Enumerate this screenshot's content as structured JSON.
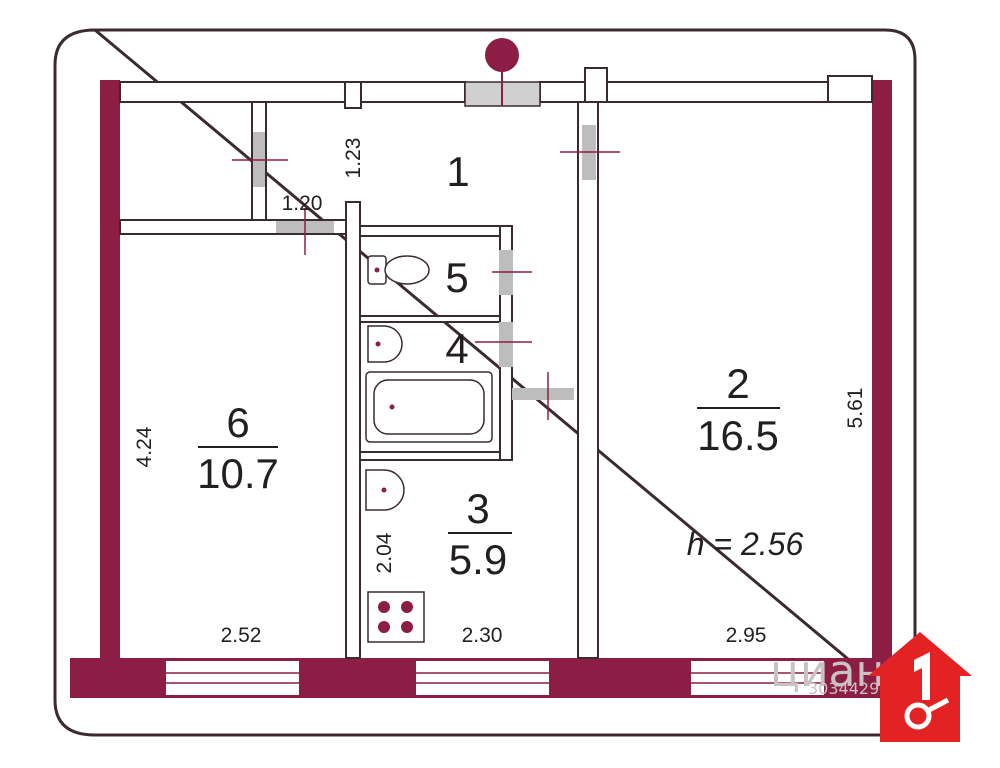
{
  "plan": {
    "colors": {
      "wall_exterior": "#8c1d45",
      "wall_interior": "#ffffff",
      "outline": "#3b2a30",
      "door": "#bdbdbd",
      "text": "#231f20",
      "logo": "#e32323"
    },
    "rooms": [
      {
        "id": "1",
        "number": "1"
      },
      {
        "id": "2",
        "number": "2",
        "area": "16.5"
      },
      {
        "id": "3",
        "number": "3",
        "area": "5.9"
      },
      {
        "id": "4",
        "number": "4"
      },
      {
        "id": "5",
        "number": "5"
      },
      {
        "id": "6",
        "number": "6",
        "area": "10.7"
      }
    ],
    "dimensions": {
      "corridor_width": "1.23",
      "corridor_span": "1.20",
      "room6_height": "4.24",
      "room6_width": "2.52",
      "kitchen_height": "2.04",
      "kitchen_width": "2.30",
      "room2_height": "5.61",
      "room2_width": "2.95"
    },
    "ceiling_height": "h = 2.56",
    "watermark": {
      "brand": "циан",
      "id": "303442925"
    }
  }
}
